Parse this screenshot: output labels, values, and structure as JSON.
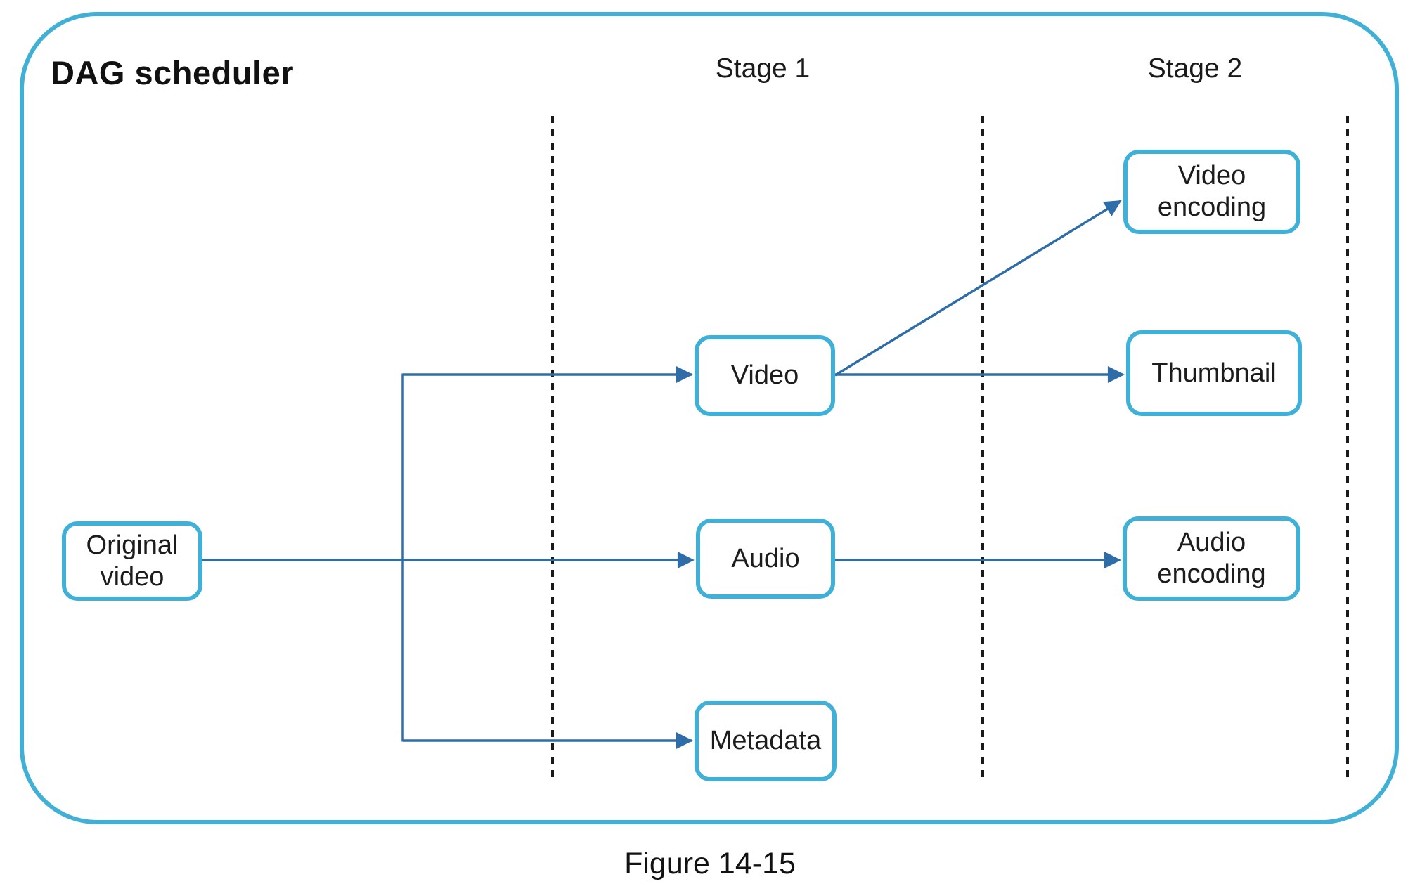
{
  "diagram": {
    "title": "DAG scheduler",
    "caption": "Figure 14-15",
    "stage_labels": [
      "Stage 1",
      "Stage 2"
    ],
    "nodes": [
      {
        "id": "original-video",
        "label": "Original video",
        "column": "input"
      },
      {
        "id": "video",
        "label": "Video",
        "column": "Stage 1"
      },
      {
        "id": "audio",
        "label": "Audio",
        "column": "Stage 1"
      },
      {
        "id": "metadata",
        "label": "Metadata",
        "column": "Stage 1"
      },
      {
        "id": "video-encoding",
        "label": "Video encoding",
        "column": "Stage 2"
      },
      {
        "id": "thumbnail",
        "label": "Thumbnail",
        "column": "Stage 2"
      },
      {
        "id": "audio-encoding",
        "label": "Audio encoding",
        "column": "Stage 2"
      }
    ],
    "edges": [
      {
        "from": "original-video",
        "to": "video"
      },
      {
        "from": "original-video",
        "to": "audio"
      },
      {
        "from": "original-video",
        "to": "metadata"
      },
      {
        "from": "video",
        "to": "video-encoding"
      },
      {
        "from": "video",
        "to": "thumbnail"
      },
      {
        "from": "audio",
        "to": "audio-encoding"
      }
    ],
    "colors": {
      "frame_border": "#41b0d6",
      "node_border": "#3fb1d8",
      "arrow": "#2e6da8",
      "dashed_separator": "#1a1a1a",
      "text": "#1a1a1a",
      "background": "#ffffff"
    }
  }
}
